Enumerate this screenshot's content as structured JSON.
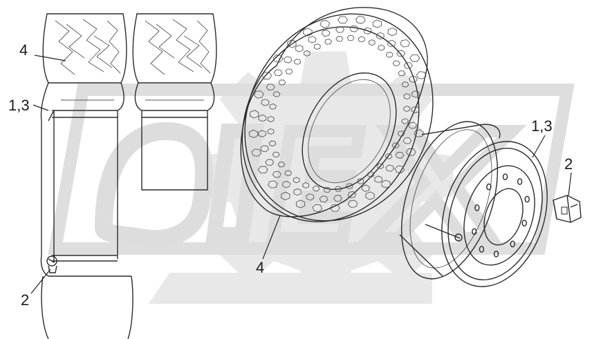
{
  "labels": {
    "tyre_left": "4",
    "rim_left": "1,3",
    "valve_left": "2",
    "tyre_center": "4",
    "rim_right": "1,3",
    "valve_right": "2"
  },
  "colors": {
    "ink": "#2a2a2a",
    "watermark": "#e6e6e6",
    "background": "#ffffff"
  },
  "icons": {
    "watermark": "gear-logo-watermark"
  }
}
